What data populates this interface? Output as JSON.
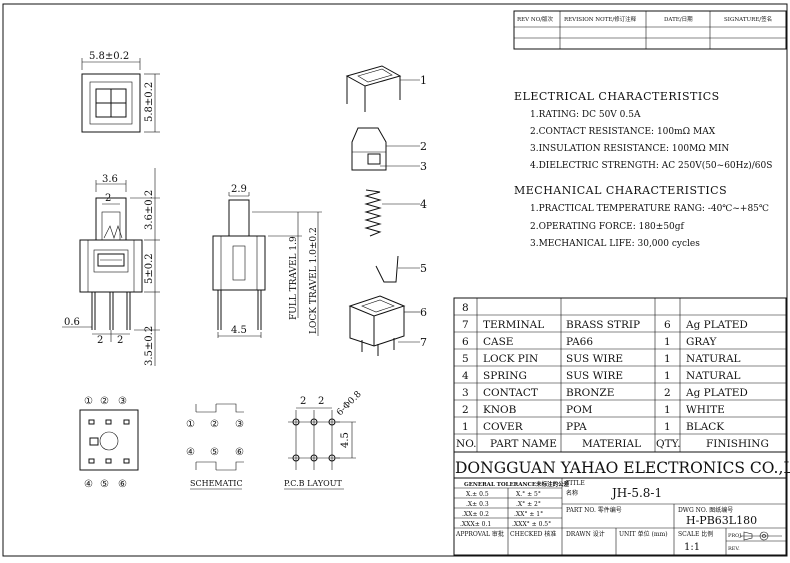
{
  "revision_header": {
    "rev_no": "REV NO/版次",
    "revision_note": "REVISION NOTE/修订注释",
    "date": "DATE/日期",
    "signature": "SIGNATURE/签名"
  },
  "electrical": {
    "title": "ELECTRICAL CHARACTERISTICS",
    "items": [
      "1.RATING: DC 50V 0.5A",
      "2.CONTACT RESISTANCE: 100mΩ MAX",
      "3.INSULATION RESISTANCE: 100MΩ MIN",
      "4.DIELECTRIC STRENGTH: AC 250V(50~60Hz)/60S"
    ]
  },
  "mechanical": {
    "title": "MECHANICAL CHARACTERISTICS",
    "items": [
      "1.PRACTICAL TEMPERATURE RANG: -40℃~+85℃",
      "2.OPERATING FORCE: 180±50gf",
      "3.MECHANICAL LIFE: 30,000 cycles"
    ]
  },
  "dimensions": {
    "top_width": "5.8±0.2",
    "top_height": "5.8±0.2",
    "front_width": "3.6",
    "front_inner": "2",
    "front_top_h": "3.6±0.2",
    "front_mid_h": "5±0.2",
    "front_bottom_h": "3.5±0.2",
    "pin_thickness": "0.6",
    "pin_pitch_1": "2",
    "pin_pitch_2": "2",
    "side_width": "2.9",
    "side_base": "4.5",
    "full_travel": "FULL TRAVEL 1.9",
    "lock_travel": "LOCK TRAVEL 1.0±0.2",
    "pcb_pitch_1": "2",
    "pcb_pitch_2": "2",
    "pcb_hole": "6-Φ0.8",
    "pcb_height": "4.5"
  },
  "pin_labels": {
    "top": [
      "①",
      "②",
      "③"
    ],
    "bottom": [
      "④",
      "⑤",
      "⑥"
    ]
  },
  "captions": {
    "schematic": "SCHEMATIC",
    "pcb": "P.C.B LAYOUT"
  },
  "part_callouts": [
    "1",
    "2",
    "3",
    "4",
    "5",
    "6",
    "7"
  ],
  "bom": {
    "headers": [
      "NO.",
      "PART NAME",
      "MATERIAL",
      "QTY.",
      "FINISHING"
    ],
    "rows": [
      {
        "no": "8",
        "name": "",
        "material": "",
        "qty": "",
        "finish": ""
      },
      {
        "no": "7",
        "name": "TERMINAL",
        "material": "BRASS STRIP",
        "qty": "6",
        "finish": "Ag PLATED"
      },
      {
        "no": "6",
        "name": "CASE",
        "material": "PA66",
        "qty": "1",
        "finish": "GRAY"
      },
      {
        "no": "5",
        "name": "LOCK PIN",
        "material": "SUS WIRE",
        "qty": "1",
        "finish": "NATURAL"
      },
      {
        "no": "4",
        "name": "SPRING",
        "material": "SUS WIRE",
        "qty": "1",
        "finish": "NATURAL"
      },
      {
        "no": "3",
        "name": "CONTACT",
        "material": "BRONZE",
        "qty": "2",
        "finish": "Ag PLATED"
      },
      {
        "no": "2",
        "name": "KNOB",
        "material": "POM",
        "qty": "1",
        "finish": "WHITE"
      },
      {
        "no": "1",
        "name": "COVER",
        "material": "PPA",
        "qty": "1",
        "finish": "BLACK"
      }
    ]
  },
  "title_block": {
    "company": "DONGGUAN YAHAO ELECTRONICS CO.,LTD.",
    "tolerance_title": "GENERAL TOLERANCE未标注的公差",
    "tolerances": [
      [
        "X.± 0.5",
        "X.° ± 5°"
      ],
      [
        ".X± 0.3",
        ".X° ± 2°"
      ],
      [
        ".XX± 0.2",
        ".XX° ± 1°"
      ],
      [
        ".XXX± 0.1",
        ".XXX° ± 0.5°"
      ]
    ],
    "title_label": "TITLE",
    "title_label_cn": "名称",
    "title_value": "JH-5.8-1",
    "part_no_label": "PART NO. 零件编号",
    "dwg_no_label": "DWG NO. 图纸编号",
    "dwg_no_value": "H-PB63L180",
    "approval_label": "APPROVAL 审批",
    "checked_label": "CHECKED 核准",
    "drawn_label": "DRAWN 设计",
    "unit_label": "UNIT 单位 (mm)",
    "scale_label": "SCALE 比例",
    "scale_value": "1:1",
    "proj_label": "PROJ.",
    "rev_label": "REV."
  }
}
